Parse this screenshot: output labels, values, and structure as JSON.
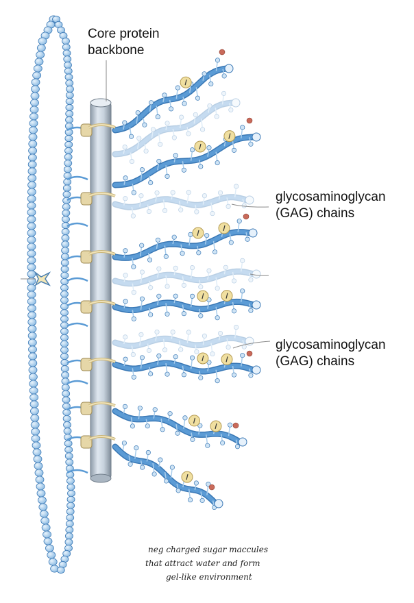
{
  "labels": {
    "core_line1": "Core protein",
    "core_line2": "backbone",
    "gag1_line1": "glycosaminoglycan",
    "gag1_line2": "(GAG) chains",
    "gag2_line1": "glycosaminoglycan",
    "gag2_line2": "(GAG) chains"
  },
  "note": {
    "line1": "neg charged sugar maccules",
    "line2": "that attract water and form",
    "line3": "gel-like environment"
  },
  "colors": {
    "chain": "#5b9bd5",
    "chain_light": "#a9cdec",
    "chain_outline": "#3a78b5",
    "backbone": "#b9c6d3",
    "linker": "#e6d7a8",
    "charge": "#f0dfa0",
    "red_tip": "#c96a5a"
  }
}
